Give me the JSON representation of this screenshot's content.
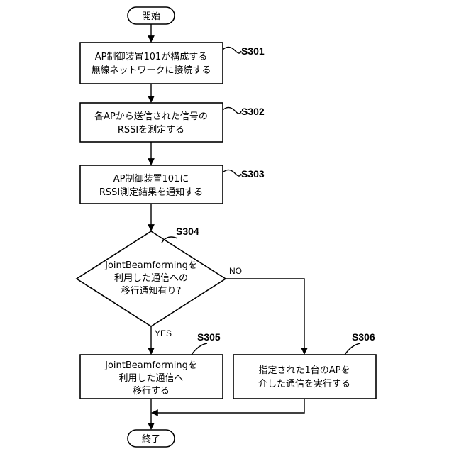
{
  "start": {
    "label": "開始"
  },
  "end": {
    "label": "終了"
  },
  "steps": {
    "s301": {
      "id": "S301",
      "lines": [
        "AP制御装置101が構成する",
        "無線ネットワークに接続する"
      ]
    },
    "s302": {
      "id": "S302",
      "lines": [
        "各APから送信された信号の",
        "RSSIを測定する"
      ]
    },
    "s303": {
      "id": "S303",
      "lines": [
        "AP制御装置101に",
        "RSSI測定結果を通知する"
      ]
    },
    "s304": {
      "id": "S304",
      "lines": [
        "JointBeamformingを",
        "利用した通信への",
        "移行通知有り?"
      ]
    },
    "s305": {
      "id": "S305",
      "lines": [
        "JointBeamformingを",
        "利用した通信へ",
        "移行する"
      ]
    },
    "s306": {
      "id": "S306",
      "lines": [
        "指定された1台のAPを",
        "介した通信を実行する"
      ]
    }
  },
  "branches": {
    "yes": "YES",
    "no": "NO"
  }
}
